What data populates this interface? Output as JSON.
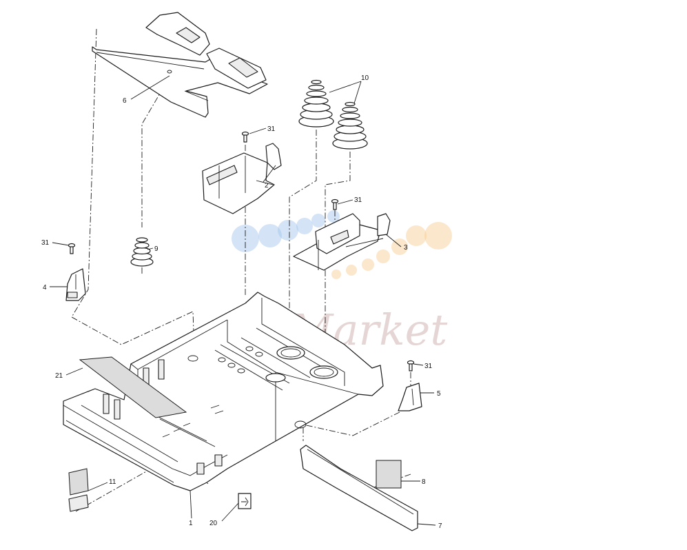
{
  "diagram": {
    "callouts": [
      {
        "id": "c1",
        "label": "1"
      },
      {
        "id": "c2",
        "label": "2"
      },
      {
        "id": "c3",
        "label": "3"
      },
      {
        "id": "c4",
        "label": "4"
      },
      {
        "id": "c5",
        "label": "5"
      },
      {
        "id": "c6",
        "label": "6"
      },
      {
        "id": "c7",
        "label": "7"
      },
      {
        "id": "c8",
        "label": "8"
      },
      {
        "id": "c9",
        "label": "9"
      },
      {
        "id": "c10",
        "label": "10"
      },
      {
        "id": "c11",
        "label": "11"
      },
      {
        "id": "c20",
        "label": "20"
      },
      {
        "id": "c21",
        "label": "21"
      },
      {
        "id": "c31a",
        "label": "31"
      },
      {
        "id": "c31b",
        "label": "31"
      },
      {
        "id": "c31c",
        "label": "31"
      },
      {
        "id": "c31d",
        "label": "31"
      }
    ]
  },
  "watermark": {
    "text": "Market"
  }
}
